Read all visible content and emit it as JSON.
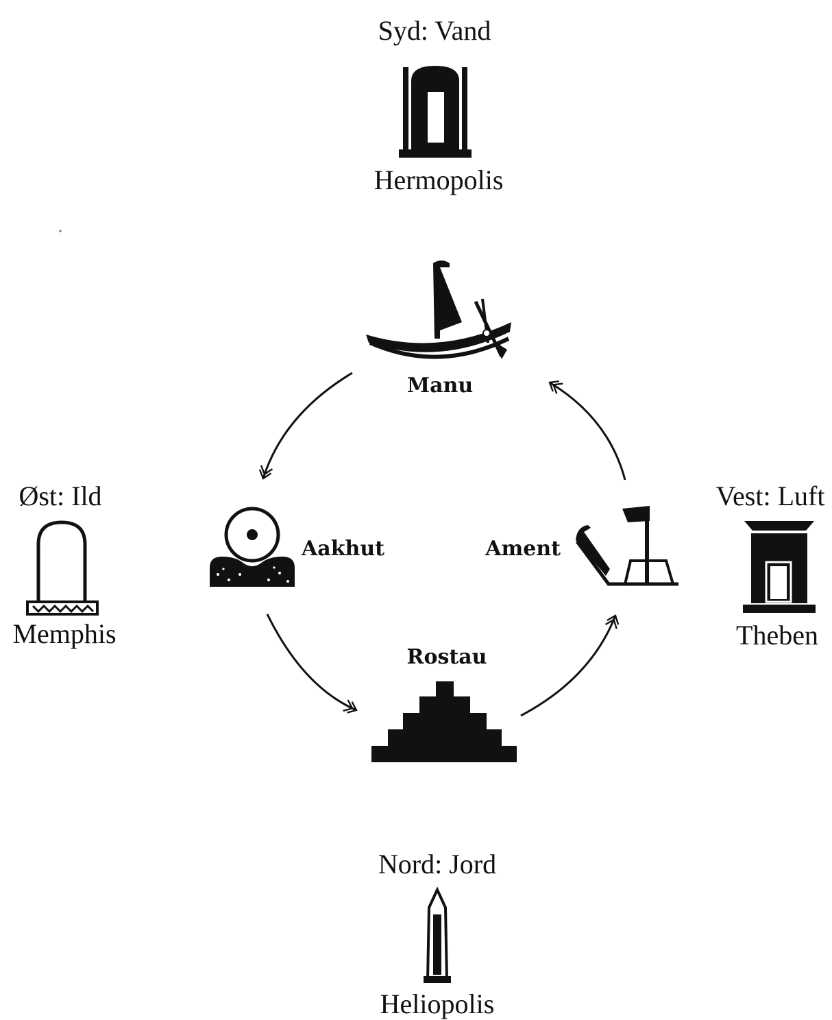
{
  "directions": {
    "south": {
      "heading": "Syd: Vand",
      "city": "Hermopolis",
      "icon": "shrine-icon"
    },
    "east": {
      "heading": "Øst: Ild",
      "city": "Memphis",
      "icon": "arch-shrine-icon"
    },
    "west": {
      "heading": "Vest: Luft",
      "city": "Theben",
      "icon": "temple-pylon-icon"
    },
    "north": {
      "heading": "Nord: Jord",
      "city": "Heliopolis",
      "icon": "obelisk-icon"
    }
  },
  "cycle": {
    "top": {
      "label": "Manu",
      "icon": "sun-barque-icon"
    },
    "left": {
      "label": "Aakhut",
      "icon": "horizon-sun-icon"
    },
    "right": {
      "label": "Ament",
      "icon": "west-emblem-icon"
    },
    "bottom": {
      "label": "Rostau",
      "icon": "step-pyramid-icon"
    }
  },
  "colors": {
    "ink": "#111111",
    "paper": "#ffffff"
  }
}
